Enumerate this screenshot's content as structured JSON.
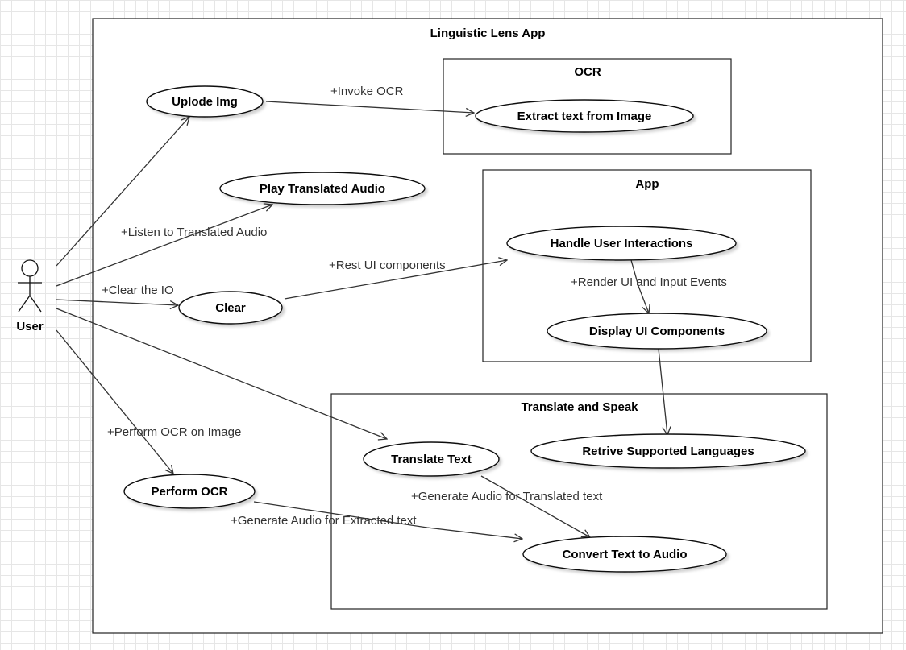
{
  "system": {
    "title": "Linguistic Lens App"
  },
  "actor": {
    "name": "User"
  },
  "packages": {
    "ocr": {
      "title": "OCR"
    },
    "app": {
      "title": "App"
    },
    "translate": {
      "title": "Translate and Speak"
    }
  },
  "use_cases": {
    "upload_img": "Uplode Img",
    "extract_text": "Extract text from Image",
    "play_audio": "Play Translated Audio",
    "handle_interactions": "Handle User Interactions",
    "clear": "Clear",
    "display_ui": "Display UI Components",
    "translate_text": "Translate Text",
    "retrieve_languages": "Retrive Supported Languages",
    "perform_ocr": "Perform OCR",
    "convert_audio": "Convert Text to Audio"
  },
  "relations": {
    "invoke_ocr": "+Invoke OCR",
    "listen_audio": "+Listen to Translated Audio",
    "rest_ui": "+Rest UI components",
    "clear_io": "+Clear the IO",
    "render_ui": "+Render UI and Input Events",
    "perform_ocr_on_image": "+Perform OCR on Image",
    "gen_audio_translated": "+Generate Audio for Translated text",
    "gen_audio_extracted": "+Generate Audio for Extracted text"
  }
}
